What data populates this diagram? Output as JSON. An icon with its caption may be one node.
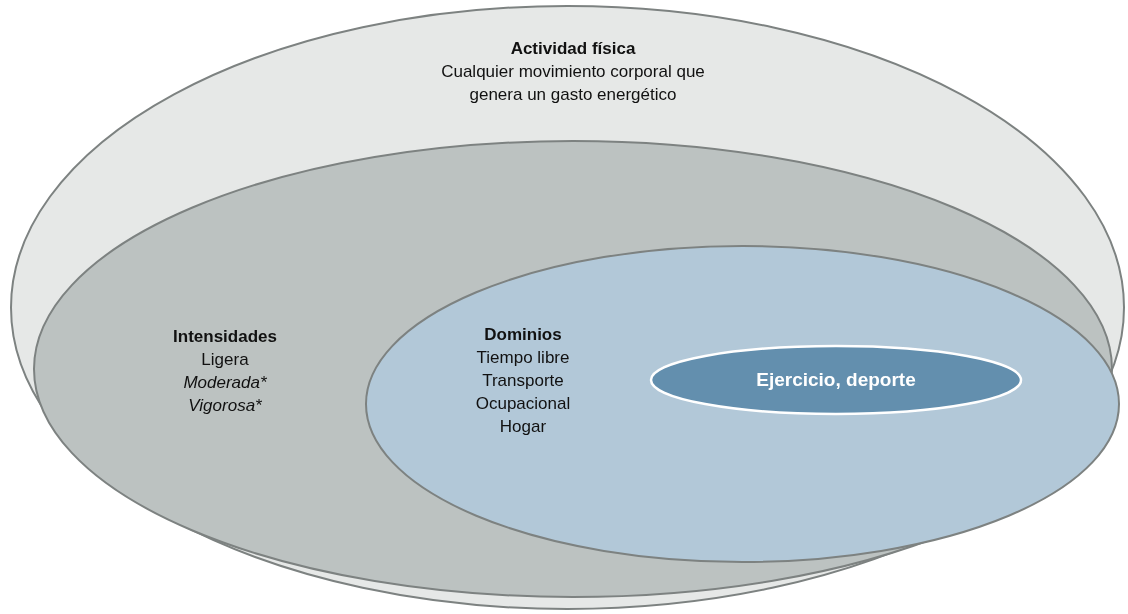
{
  "diagram": {
    "nodes": [
      {
        "text": [
          "Actividad física",
          "Cualquier movimiento corporal que genera un gasto energético"
        ]
      },
      {
        "text": [
          "Intensidades",
          "Ligera",
          "Moderada*",
          "Vigorosa*"
        ],
        "in": 0
      },
      {
        "text": [
          "Dominios",
          "Tiempo libre",
          "Transporte",
          "Ocupacional",
          "Hogar"
        ],
        "in": 1
      },
      {
        "text": [
          "Ejercicio, deporte"
        ],
        "in": 2
      }
    ]
  }
}
